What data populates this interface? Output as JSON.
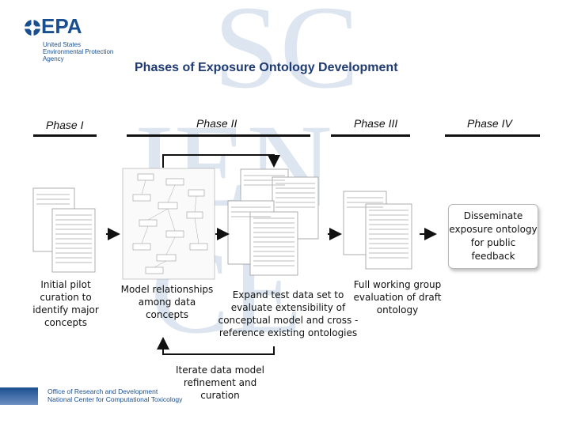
{
  "logo": {
    "word": "✦EPA",
    "sub_lines": [
      "United States",
      "Environmental Protection",
      "Agency"
    ]
  },
  "watermark_text": "SC IEN CE",
  "title": "Phases of Exposure Ontology Development",
  "phases": [
    "Phase I",
    "Phase II",
    "Phase III",
    "Phase IV"
  ],
  "steps": {
    "initial": "Initial pilot curation to identify major concepts",
    "model": "Model relationships among data concepts",
    "expand": "Expand test data set to evaluate extensibility of conceptual model and cross -reference existing ontologies",
    "full": "Full working group evaluation of draft ontology",
    "disseminate": "Disseminate exposure ontology for public feedback",
    "iterate": "Iterate data model refinement and curation"
  },
  "footer": {
    "line1": "Office of Research and Development",
    "line2": "National Center for Computational Toxicology"
  },
  "colors": {
    "brand": "#1a4f8f",
    "title": "#1f3b73",
    "watermark": "#dce6f0"
  }
}
